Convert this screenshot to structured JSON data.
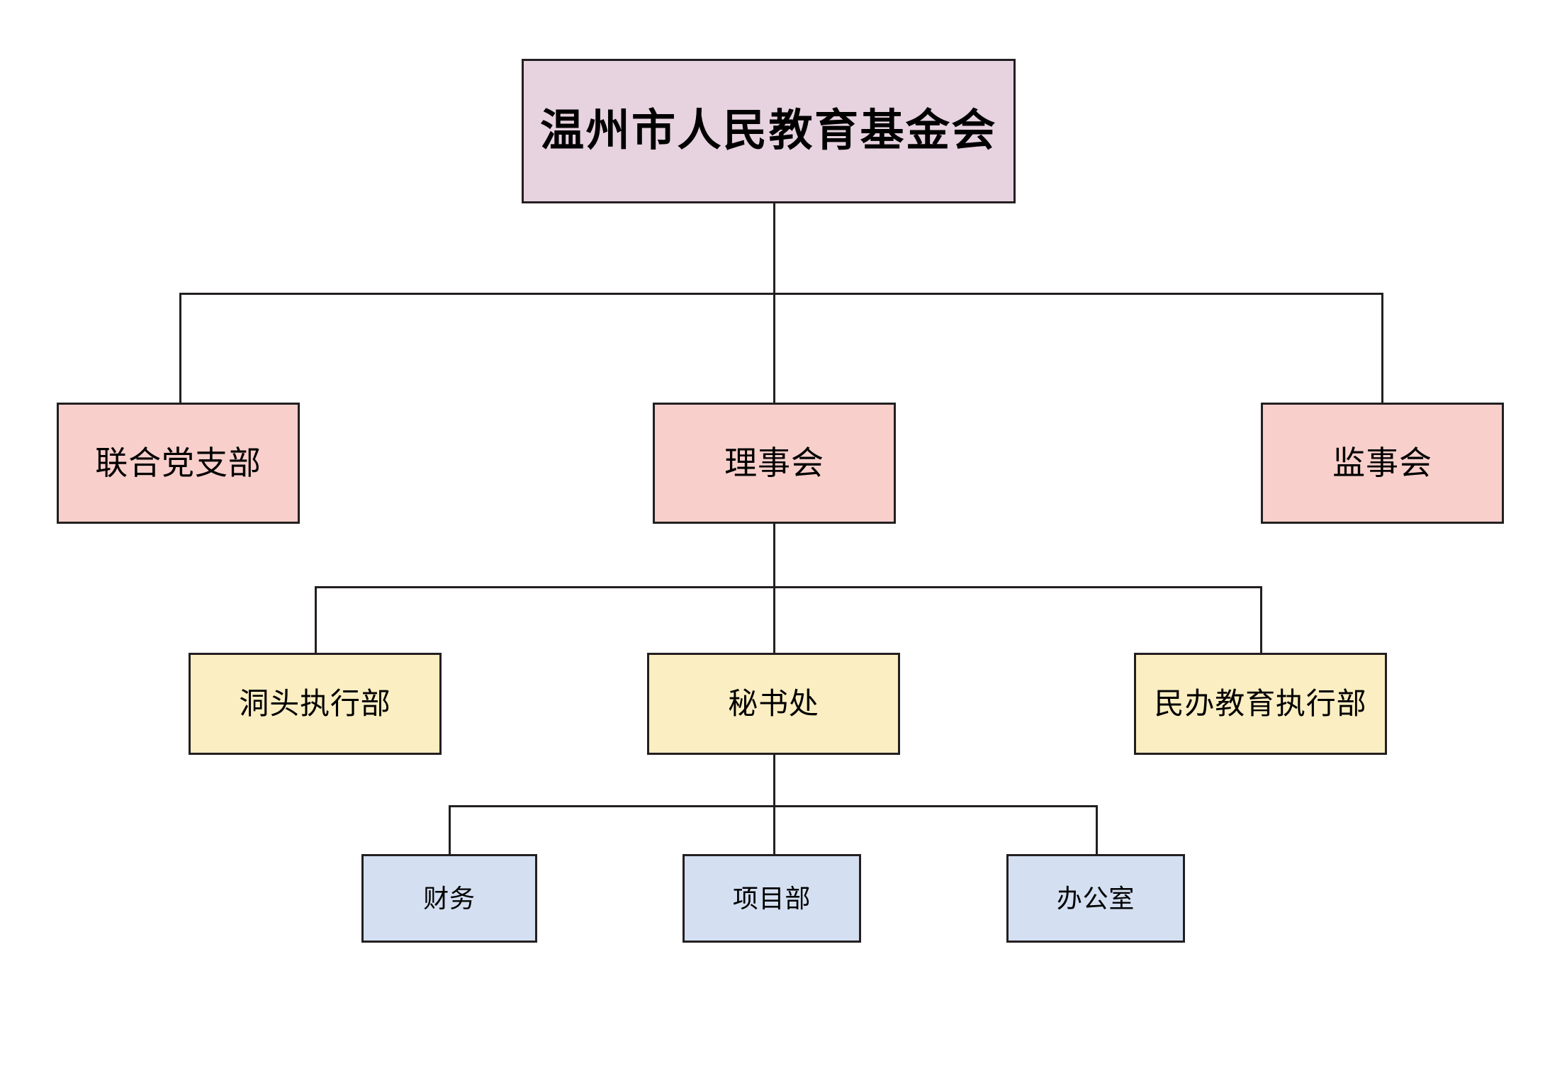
{
  "chart": {
    "type": "org-chart",
    "title": "温州市人民教育基金会",
    "background_color": "#ffffff",
    "line_color": "#231f20",
    "levels": [
      {
        "level": 1,
        "fill_color": "#e7d2e0",
        "nodes": [
          {
            "id": "foundation",
            "label": "温州市人民教育基金会"
          }
        ]
      },
      {
        "level": 2,
        "fill_color": "#f8cfcb",
        "nodes": [
          {
            "id": "party-branch",
            "label": "联合党支部"
          },
          {
            "id": "board-of-directors",
            "label": "理事会"
          },
          {
            "id": "board-of-supervisors",
            "label": "监事会"
          }
        ]
      },
      {
        "level": 3,
        "fill_color": "#fbeec2",
        "nodes": [
          {
            "id": "dongtou-exec",
            "label": "洞头执行部"
          },
          {
            "id": "secretariat",
            "label": "秘书处"
          },
          {
            "id": "private-edu-exec",
            "label": "民办教育执行部"
          }
        ]
      },
      {
        "level": 4,
        "fill_color": "#d4dff1",
        "nodes": [
          {
            "id": "finance",
            "label": "财务"
          },
          {
            "id": "project-dept",
            "label": "项目部"
          },
          {
            "id": "office",
            "label": "办公室"
          }
        ]
      }
    ],
    "edges": [
      {
        "from": "foundation",
        "to": "party-branch"
      },
      {
        "from": "foundation",
        "to": "board-of-directors"
      },
      {
        "from": "foundation",
        "to": "board-of-supervisors"
      },
      {
        "from": "board-of-directors",
        "to": "dongtou-exec"
      },
      {
        "from": "board-of-directors",
        "to": "secretariat"
      },
      {
        "from": "board-of-directors",
        "to": "private-edu-exec"
      },
      {
        "from": "secretariat",
        "to": "finance"
      },
      {
        "from": "secretariat",
        "to": "project-dept"
      },
      {
        "from": "secretariat",
        "to": "office"
      }
    ]
  }
}
